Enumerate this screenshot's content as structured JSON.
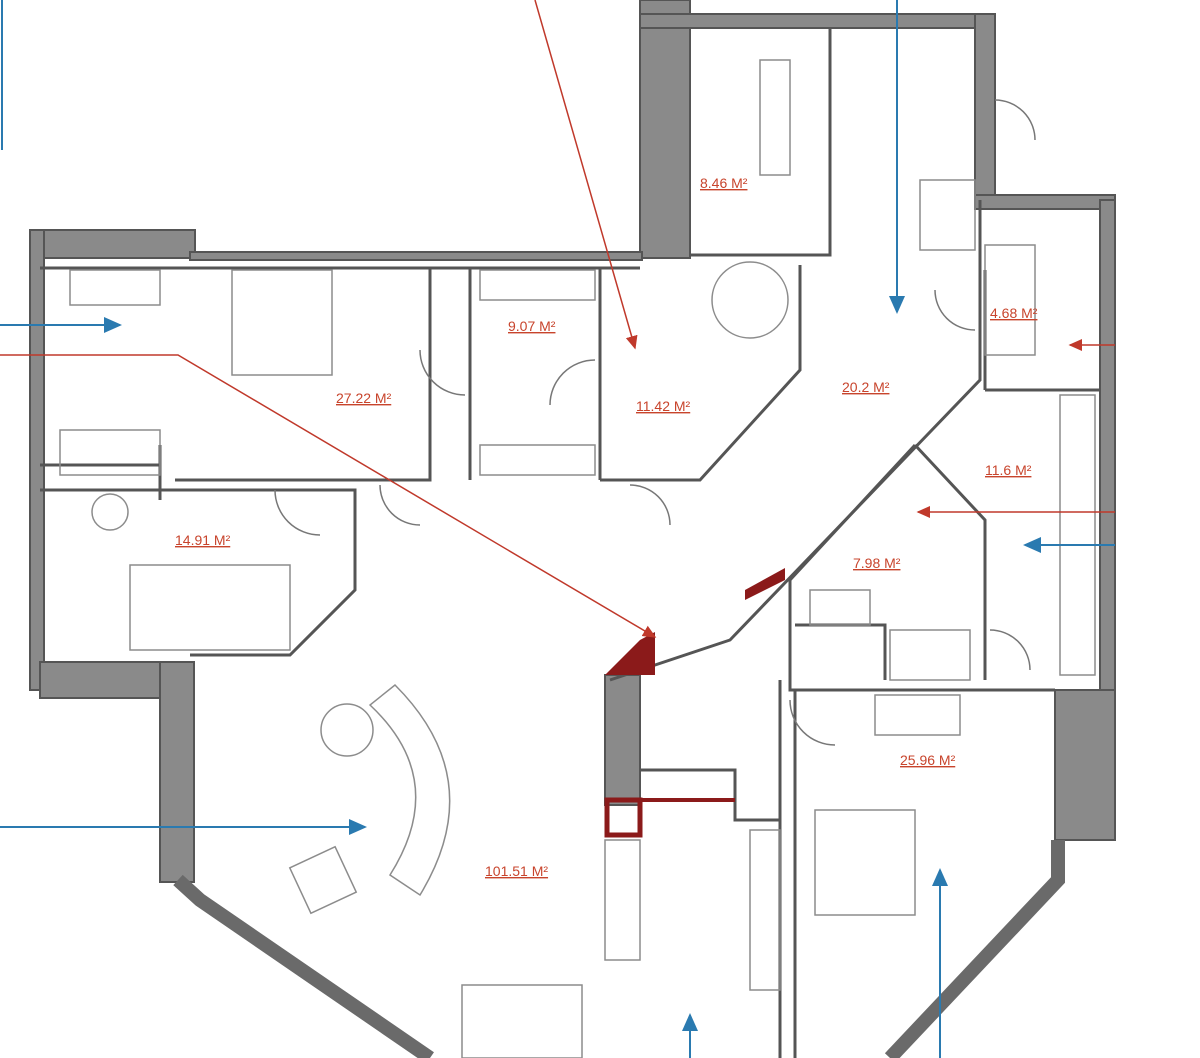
{
  "rooms": [
    {
      "id": "bath-top",
      "area": "8.46 M²"
    },
    {
      "id": "closet",
      "area": "9.07 M²"
    },
    {
      "id": "master-bath",
      "area": "11.42 M²"
    },
    {
      "id": "bedroom-left",
      "area": "27.22 M²"
    },
    {
      "id": "hall",
      "area": "20.2 M²"
    },
    {
      "id": "wc-right",
      "area": "4.68 M²"
    },
    {
      "id": "dressing-right",
      "area": "11.6 M²"
    },
    {
      "id": "study",
      "area": "14.91 M²"
    },
    {
      "id": "bath-mid",
      "area": "7.98 M²"
    },
    {
      "id": "bedroom-right",
      "area": "25.96 M²"
    },
    {
      "id": "living",
      "area": "101.51 M²"
    }
  ],
  "colors": {
    "wall": "#8a8a8a",
    "label": "#c8442c",
    "arrow_red": "#c0392b",
    "arrow_blue": "#2a7ab0",
    "accent_wall": "#8b1a1a"
  }
}
